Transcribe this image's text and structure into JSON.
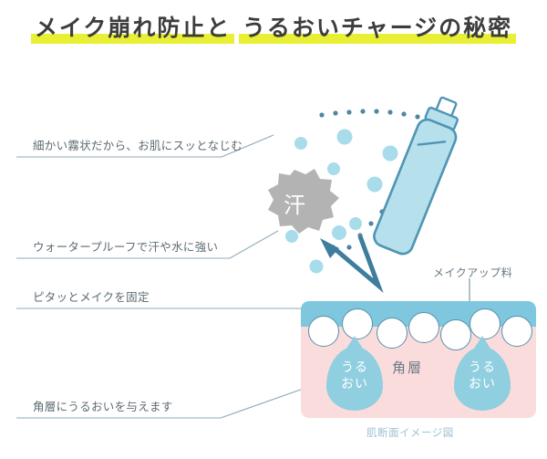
{
  "title": {
    "line1": "メイク崩れ防止と",
    "line2": "うるおいチャージの秘密",
    "highlight_color": "#e9ef34",
    "text_color": "#3d3d3d"
  },
  "callouts": [
    {
      "id": "fine-mist",
      "text": "細かい霧状だから、お肌にスッとなじむ"
    },
    {
      "id": "waterproof",
      "text": "ウォータープルーフで汗や水に強い"
    },
    {
      "id": "fix-makeup",
      "text": "ピタッとメイクを固定"
    },
    {
      "id": "moisture",
      "text": "角層にうるおいを与えます"
    }
  ],
  "diagram": {
    "sweat_badge_label": "汗",
    "makeup_label": "メイクアップ料",
    "stratum_label": "角層",
    "droplet_label_line1": "うる",
    "droplet_label_line2": "おい",
    "caption": "肌断面イメージ図",
    "cell_count": 7
  },
  "colors": {
    "mist_light": "#a8dcea",
    "mist_dot_dark": "#4f87a3",
    "can_fill": "#b6e0ec",
    "can_stroke": "#4e95b4",
    "skin_blue": "#7ec7de",
    "skin_pink": "#fbdcdc",
    "droplet": "#8fcfe0",
    "badge_gray": "#b3b3b3",
    "leader_line": "#6b8fa3",
    "arrow": "#3f7d9c",
    "label_text": "#5c6b73"
  },
  "chart_data": {
    "type": "diagram",
    "title": "メイク崩れ防止とうるおいチャージの秘密",
    "elements": [
      {
        "name": "spray-can",
        "label": ""
      },
      {
        "name": "mist-spray-dots",
        "label": ""
      },
      {
        "name": "sweat-badge",
        "label": "汗"
      },
      {
        "name": "repel-arrow",
        "label": ""
      },
      {
        "name": "skin-cross-section",
        "label": "肌断面イメージ図"
      },
      {
        "name": "makeup-cells",
        "label": "メイクアップ料"
      },
      {
        "name": "stratum-corneum",
        "label": "角層"
      },
      {
        "name": "moisture-droplets",
        "label": "うるおい"
      }
    ]
  }
}
